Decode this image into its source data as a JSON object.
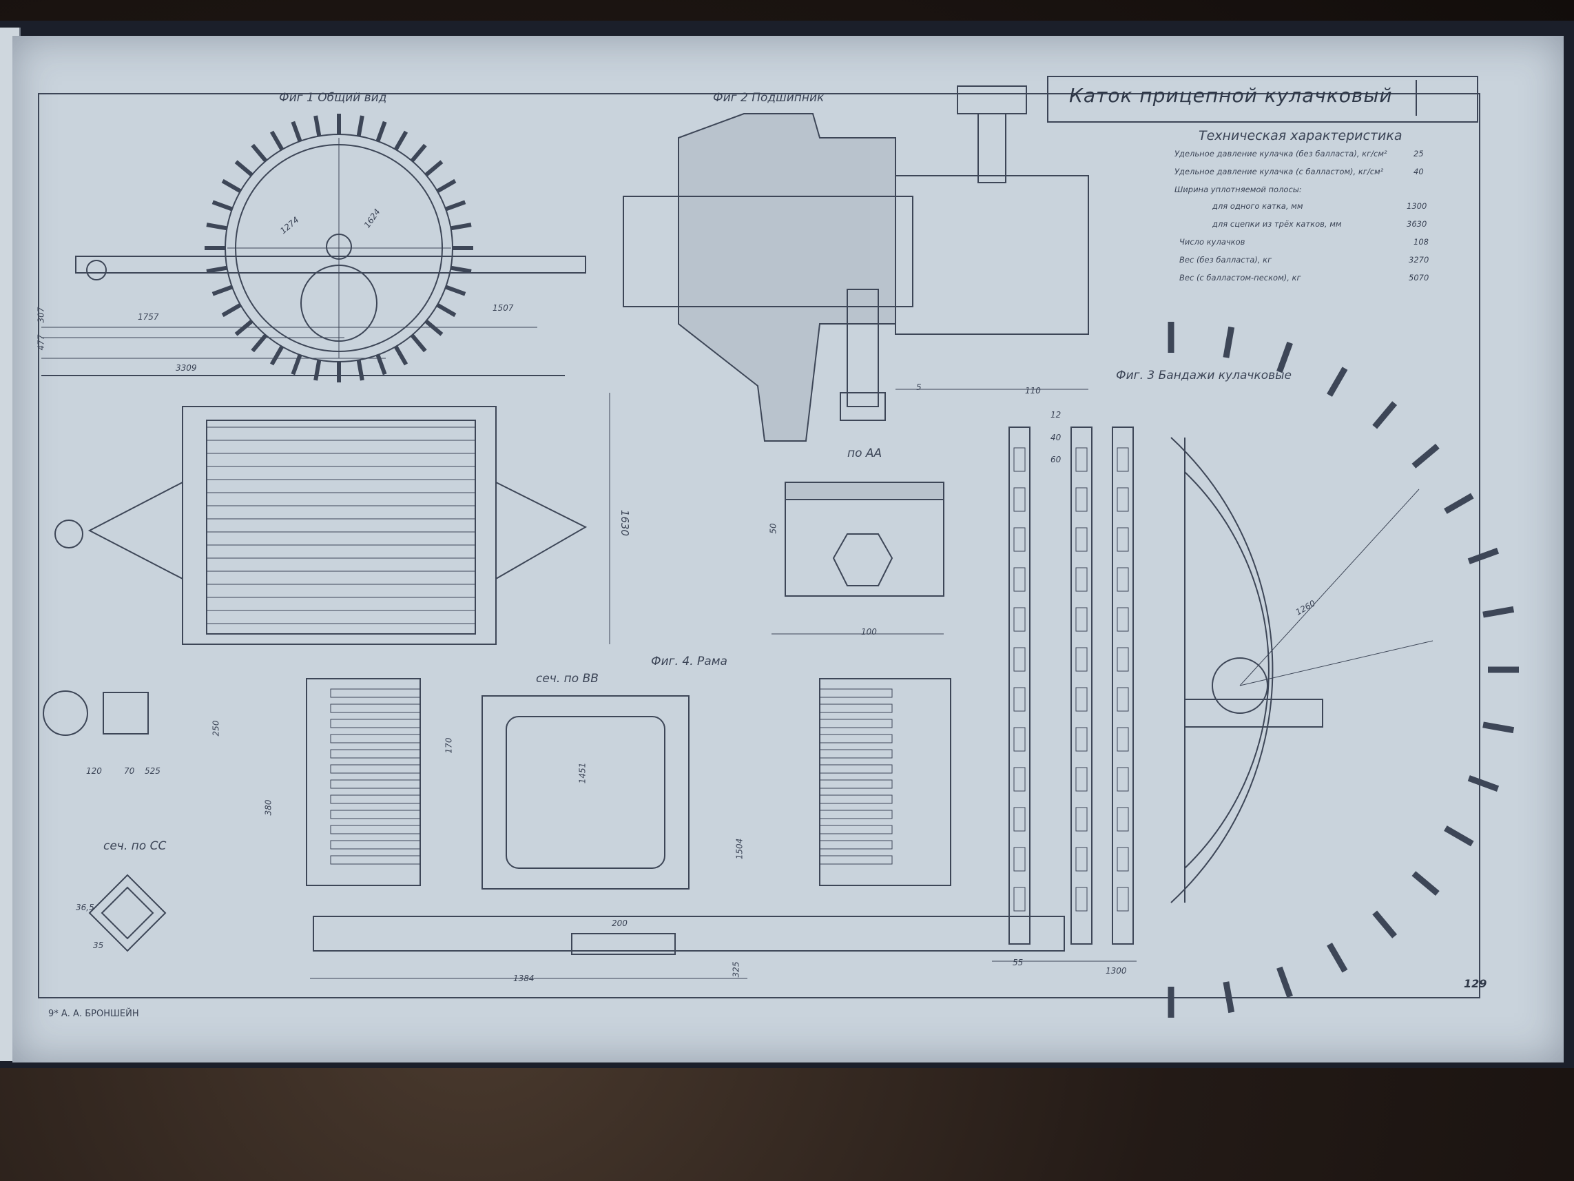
{
  "title": "Каток прицепной кулачковый",
  "figures": {
    "fig1": "Фиг 1 Общий вид",
    "fig2": "Фиг 2 Подшипник",
    "fig3": "Фиг. 3 Бандажи кулачковые",
    "fig4": "Фиг. 4. Рама"
  },
  "sections": {
    "aa": "по АА",
    "bb": "сеч. по ВВ",
    "cc": "сеч. по СС"
  },
  "specs": {
    "heading": "Техническая характеристика",
    "rows": [
      {
        "label": "Удельное давление кулачка (без балласта), кг/см²",
        "value": "25"
      },
      {
        "label": "Удельное давление кулачка (с балластом), кг/см²",
        "value": "40"
      },
      {
        "label": "Ширина уплотняемой полосы:",
        "value": ""
      },
      {
        "label": "для одного катка, мм",
        "value": "1300"
      },
      {
        "label": "для сцепки из трёх катков, мм",
        "value": "3630"
      },
      {
        "label": "Число кулачков",
        "value": "108"
      },
      {
        "label": "Вес (без балласта), кг",
        "value": "3270"
      },
      {
        "label": "Вес (с балластом-песком), кг",
        "value": "5070"
      }
    ]
  },
  "dimensions": {
    "d3309": "3309",
    "d1757": "1757",
    "d1507": "1507",
    "d477": "477",
    "d307": "307",
    "d1630": "1630",
    "d110": "110",
    "d5": "5",
    "d100": "100",
    "d50": "50",
    "d1384": "1384",
    "d200": "200",
    "d325": "325",
    "d525": "525",
    "d120": "120",
    "d70": "70",
    "d250": "250",
    "d380": "380",
    "d170": "170",
    "d1451": "1451",
    "d1504": "1504",
    "d1300": "1300",
    "d55": "55",
    "d1260": "1260",
    "d1274": "1274",
    "d1624": "1624",
    "d365": "36,5",
    "d35": "35",
    "d12": "12",
    "d40": "40",
    "d60": "60"
  },
  "footer": {
    "left": "9* А. А. БРОНШЕЙН",
    "right": "129"
  }
}
